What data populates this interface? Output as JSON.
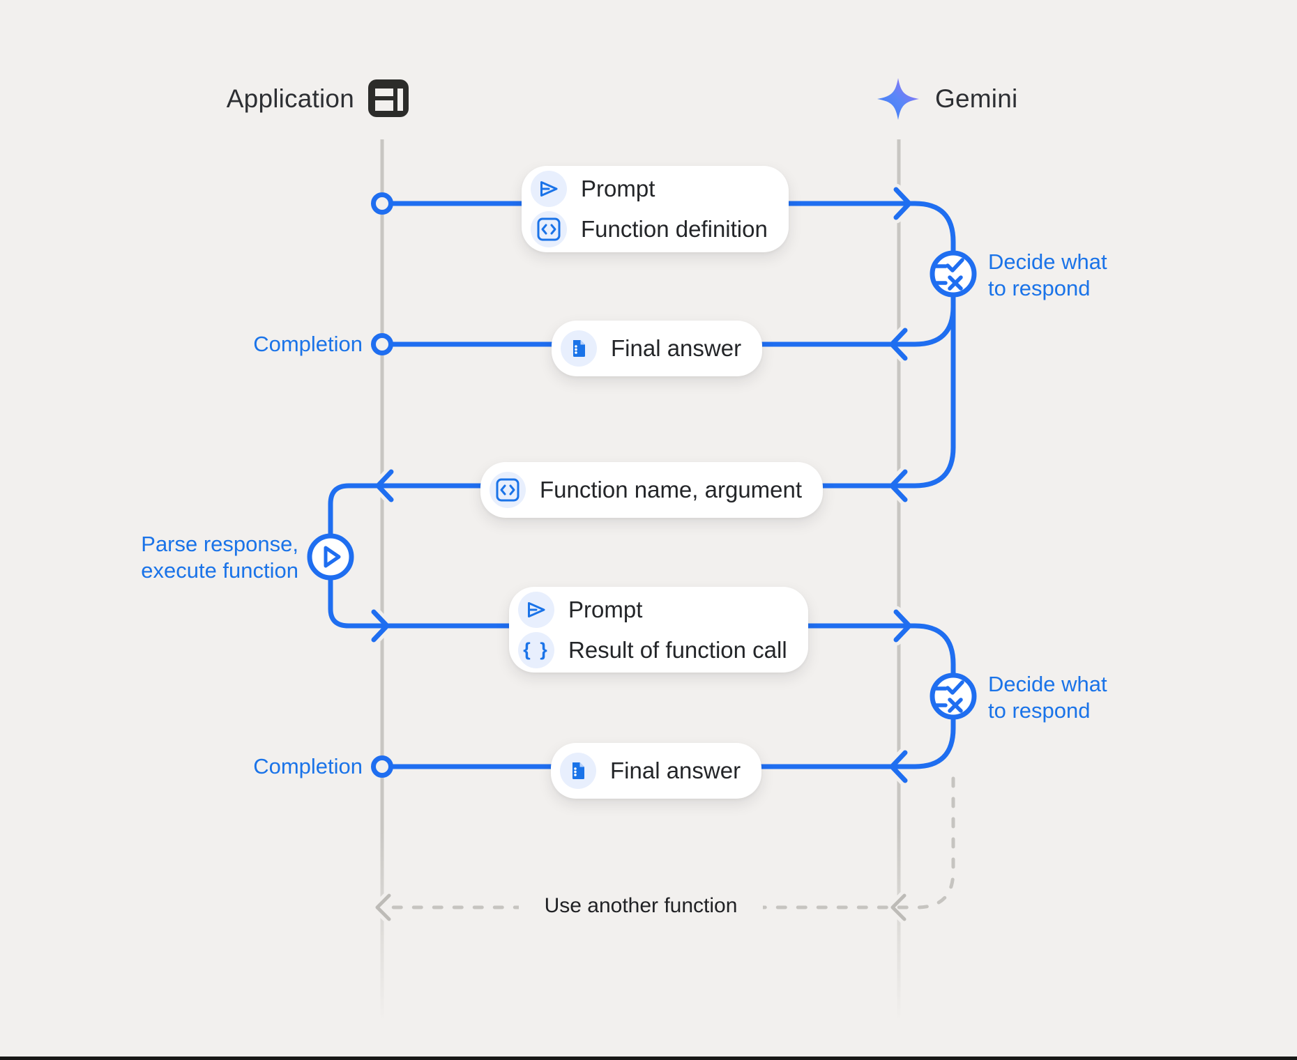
{
  "colors": {
    "background": "#f2f0ee",
    "flow_blue": "#1f6ef0",
    "text_blue": "#1a73e8",
    "lifeline_gray": "#c8c6c2",
    "dark_text": "#202124",
    "pill_background": "#ffffff",
    "icon_chip_background": "#e8effd",
    "app_icon_dark": "#2c2c2a",
    "star_gradient_start": "#3e7df7",
    "star_gradient_end": "#9a6ef5",
    "bottom_bar": "#181816"
  },
  "header": {
    "application_label": "Application",
    "application_icon": "app-window-icon",
    "gemini_label": "Gemini",
    "gemini_icon": "gemini-spark-icon"
  },
  "lifelines": {
    "left_actor": "Application",
    "right_actor": "Gemini"
  },
  "pills": {
    "prompt_function_definition": {
      "rows": [
        {
          "icon": "send-icon",
          "label": "Prompt"
        },
        {
          "icon": "code-icon",
          "label": "Function definition"
        }
      ]
    },
    "final_answer_1": {
      "rows": [
        {
          "icon": "document-icon",
          "label": "Final answer"
        }
      ]
    },
    "function_name_argument": {
      "rows": [
        {
          "icon": "code-icon",
          "label": "Function name, argument"
        }
      ]
    },
    "prompt_result": {
      "rows": [
        {
          "icon": "send-icon",
          "label": "Prompt"
        },
        {
          "icon": "braces-icon",
          "label": "Result of function call"
        }
      ]
    },
    "final_answer_2": {
      "rows": [
        {
          "icon": "document-icon",
          "label": "Final answer"
        }
      ]
    }
  },
  "annotations": {
    "completion_1": "Completion",
    "completion_2": "Completion",
    "decide_1_line1": "Decide what",
    "decide_1_line2": "to respond",
    "decide_2_line1": "Decide what",
    "decide_2_line2": "to respond",
    "parse_line1": "Parse response,",
    "parse_line2": "execute function",
    "use_another_function": "Use another function"
  },
  "nodes": {
    "decision_node_icon": "checklist-decision-icon",
    "execute_node_icon": "play-icon"
  }
}
